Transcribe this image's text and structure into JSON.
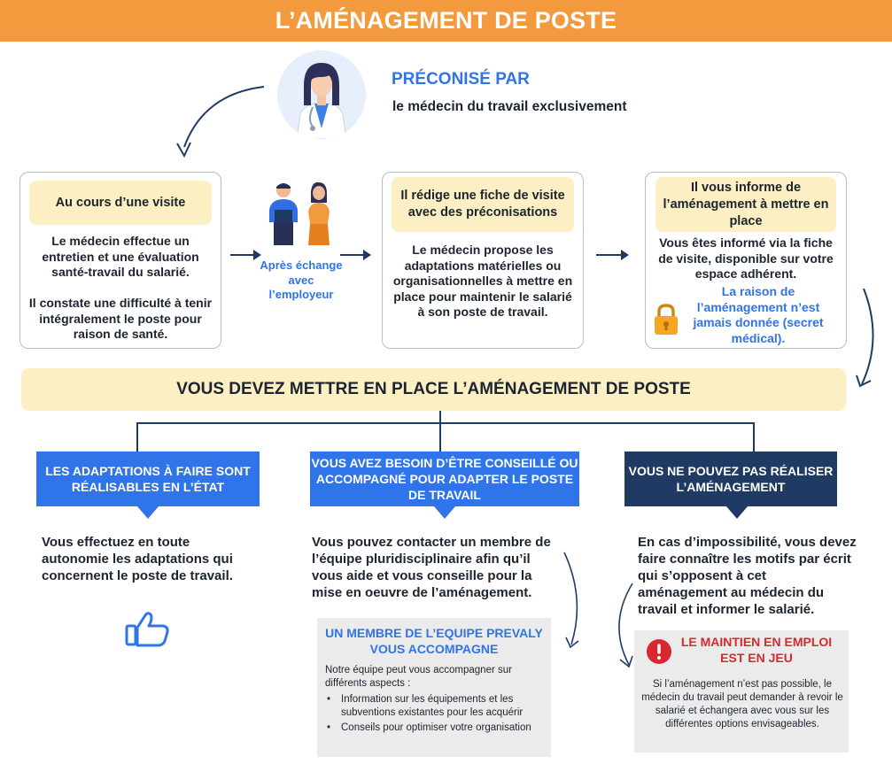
{
  "header": {
    "title": "L’AMÉNAGEMENT DE POSTE"
  },
  "recommended": {
    "title": "PRÉCONISÉ PAR",
    "subtitle": "le médecin du travail exclusivement"
  },
  "steps": [
    {
      "label": "Au cours d’une visite",
      "text1": "Le médecin effectue un entretien et une évaluation santé-travail du salarié.",
      "text2": "Il constate une difficulté à tenir intégralement le poste pour raison de santé."
    },
    {
      "label": "Il rédige une fiche de visite avec des préconisations",
      "text1": "Le médecin propose les adaptations matérielles ou organisationnelles à mettre en place pour maintenir le salarié à son poste de travail."
    },
    {
      "label": "Il vous informe de l’aménagement à mettre en place",
      "text1": "Vous êtes informé via la fiche de visite, disponible sur votre espace adhérent.",
      "highlight": "La raison de l’aménagement n’est jamais donnée (secret médical)."
    }
  ],
  "exchange_label": "Après échange avec l’employeur",
  "banner": "VOUS DEVEZ METTRE EN PLACE L’AMÉNAGEMENT DE POSTE",
  "columns": [
    {
      "header": "LES ADAPTATIONS À FAIRE SONT RÉALISABLES EN L’ÉTAT",
      "text": "Vous effectuez en toute autonomie les adaptations qui concernent le poste de travail."
    },
    {
      "header": "VOUS AVEZ BESOIN D’ÊTRE CONSEILLÉ OU ACCOMPAGNÉ POUR ADAPTER LE POSTE DE TRAVAIL",
      "text": "Vous pouvez contacter un membre de l’équipe pluridisciplinaire afin qu’il vous aide et vous conseille pour la mise en oeuvre de l’aménagement.",
      "box": {
        "title": "UN MEMBRE DE L’EQUIPE PREVALY VOUS ACCOMPAGNE",
        "intro": "Notre équipe peut vous accompagner sur différents aspects :",
        "items": [
          "Information sur les équipements et les subventions existantes pour les acquérir",
          "Conseils pour optimiser votre organisation"
        ]
      }
    },
    {
      "header": "VOUS NE POUVEZ PAS RÉALISER  L’AMÉNAGEMENT",
      "text": "En cas d’impossibilité, vous devez faire connaître les motifs par écrit qui s’opposent à cet aménagement au médecin du travail et informer le salarié.",
      "box": {
        "title": "LE MAINTIEN EN EMPLOI EST EN JEU",
        "body": "Si l’aménagement n’est pas possible, le médecin du travail peut demander à revoir le salarié et échangera avec vous sur les différentes options envisageables."
      }
    }
  ],
  "colors": {
    "orange": "#f49a3e",
    "blue": "#2f74e8",
    "navy": "#1f3b63",
    "yellow": "#fcefc3",
    "red": "#d6282e"
  },
  "icons": [
    "doctor-illustration",
    "people-icon",
    "lock-icon",
    "thumbs-up-icon",
    "alert-icon"
  ]
}
